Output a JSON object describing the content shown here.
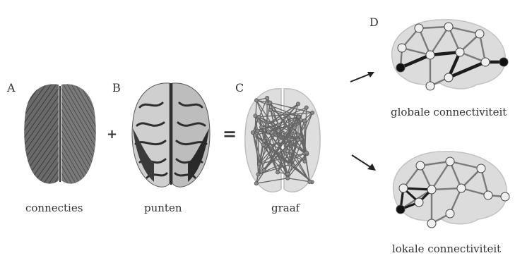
{
  "panels": {
    "a": {
      "letter": "A",
      "caption": "connecties"
    },
    "b": {
      "letter": "B",
      "caption": "punten"
    },
    "c": {
      "letter": "C",
      "caption": "graaf"
    },
    "d": {
      "letter": "D",
      "caption_top": "globale connectiviteit",
      "caption_bottom": "lokale connectiviteit"
    }
  },
  "operators": {
    "plus": "+",
    "equals": "="
  },
  "colors": {
    "text": "#333333",
    "brain_fill": "#dcdcdc",
    "brain_edge": "#bdbdbd",
    "tract_dark": "#4a4a4a",
    "cortex_dark": "#2e2e2e",
    "node_fill": "#efefef",
    "node_dark": "#111111"
  }
}
